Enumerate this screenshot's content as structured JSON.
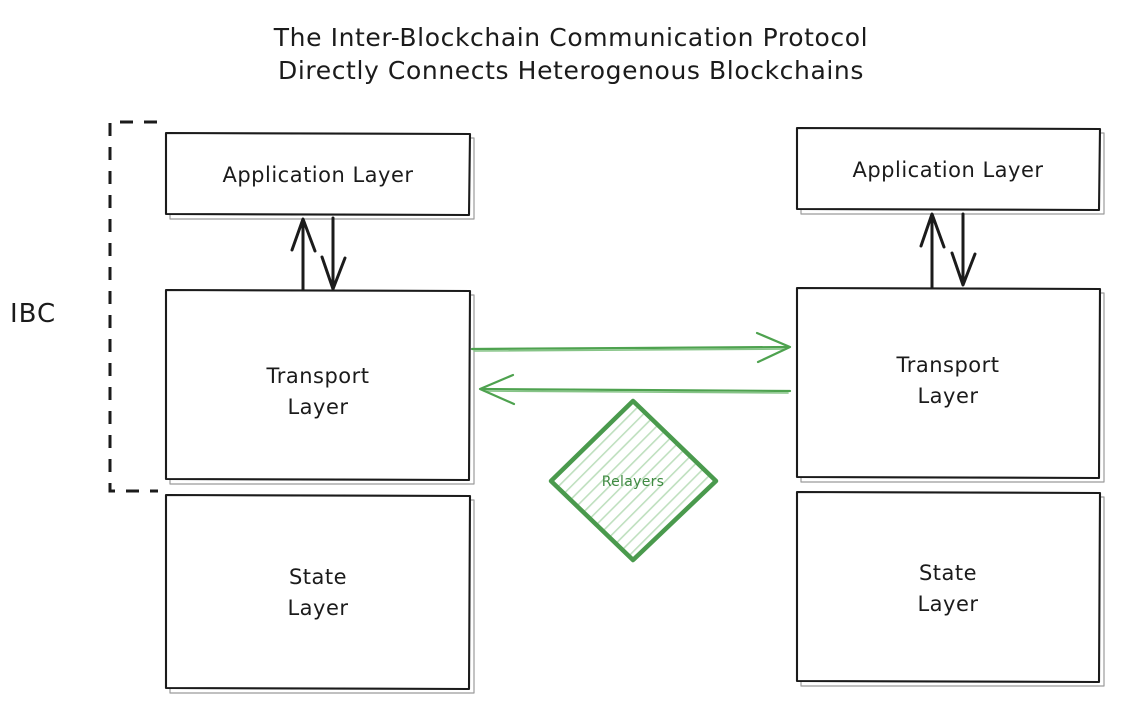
{
  "diagram": {
    "title": {
      "line1": "The Inter-Blockchain Communication Protocol",
      "line2": "Directly Connects Heterogenous Blockchains"
    },
    "bracket_label": "IBC",
    "colors": {
      "ink": "#1b1b1b",
      "green_accent": "#4a9a4d",
      "green_light": "#86c487",
      "green_text": "#3f8a42",
      "background": "#ffffff"
    },
    "left_chain": {
      "application_layer": "Application Layer",
      "transport_layer_line1": "Transport",
      "transport_layer_line2": "Layer",
      "state_layer_line1": "State",
      "state_layer_line2": "Layer"
    },
    "right_chain": {
      "application_layer": "Application Layer",
      "transport_layer_line1": "Transport",
      "transport_layer_line2": "Layer",
      "state_layer_line1": "State",
      "state_layer_line2": "Layer"
    },
    "relayers": {
      "label": "Relayers",
      "shape": "diamond",
      "fill_pattern": "diagonal-hatch"
    },
    "connections": {
      "left_app_to_transport": "bidirectional-vertical",
      "right_app_to_transport": "bidirectional-vertical",
      "transport_to_transport": "bidirectional-horizontal"
    }
  }
}
